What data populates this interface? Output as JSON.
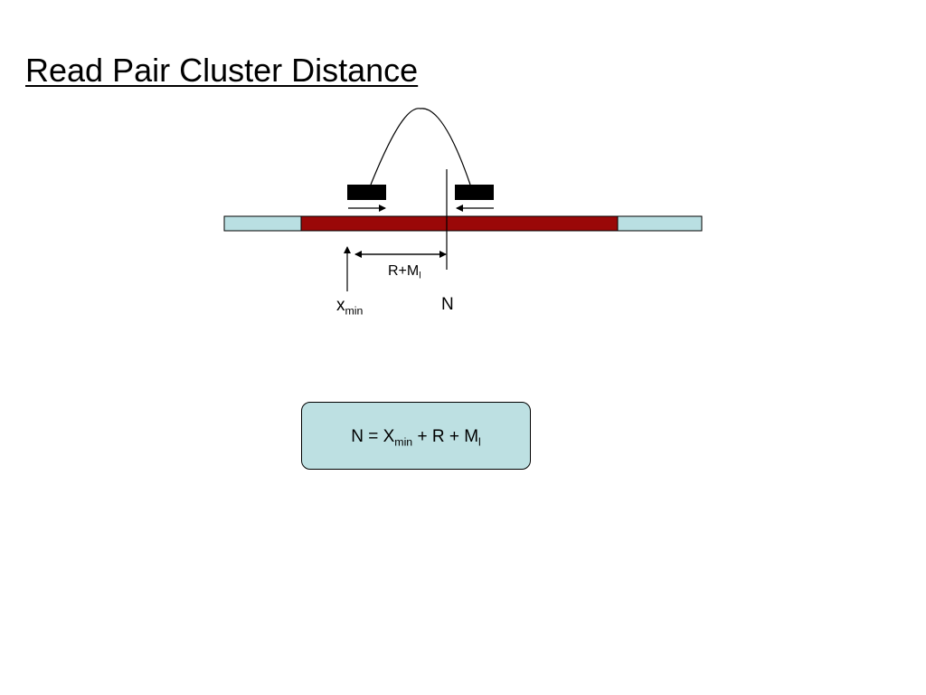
{
  "title": "Read Pair Cluster Distance",
  "labels": {
    "rm": {
      "main": "R+M",
      "sub": "l"
    },
    "xmin": {
      "main": "x",
      "sub": "min"
    },
    "n": "N"
  },
  "formula": {
    "lhs": "N = X",
    "sub1": "min",
    "mid": " + R + M",
    "sub2": "l"
  },
  "colors": {
    "flank": "#b9dfe2",
    "cluster": "#9a0808",
    "read": "#000000",
    "formula_bg": "#bde0e2"
  }
}
